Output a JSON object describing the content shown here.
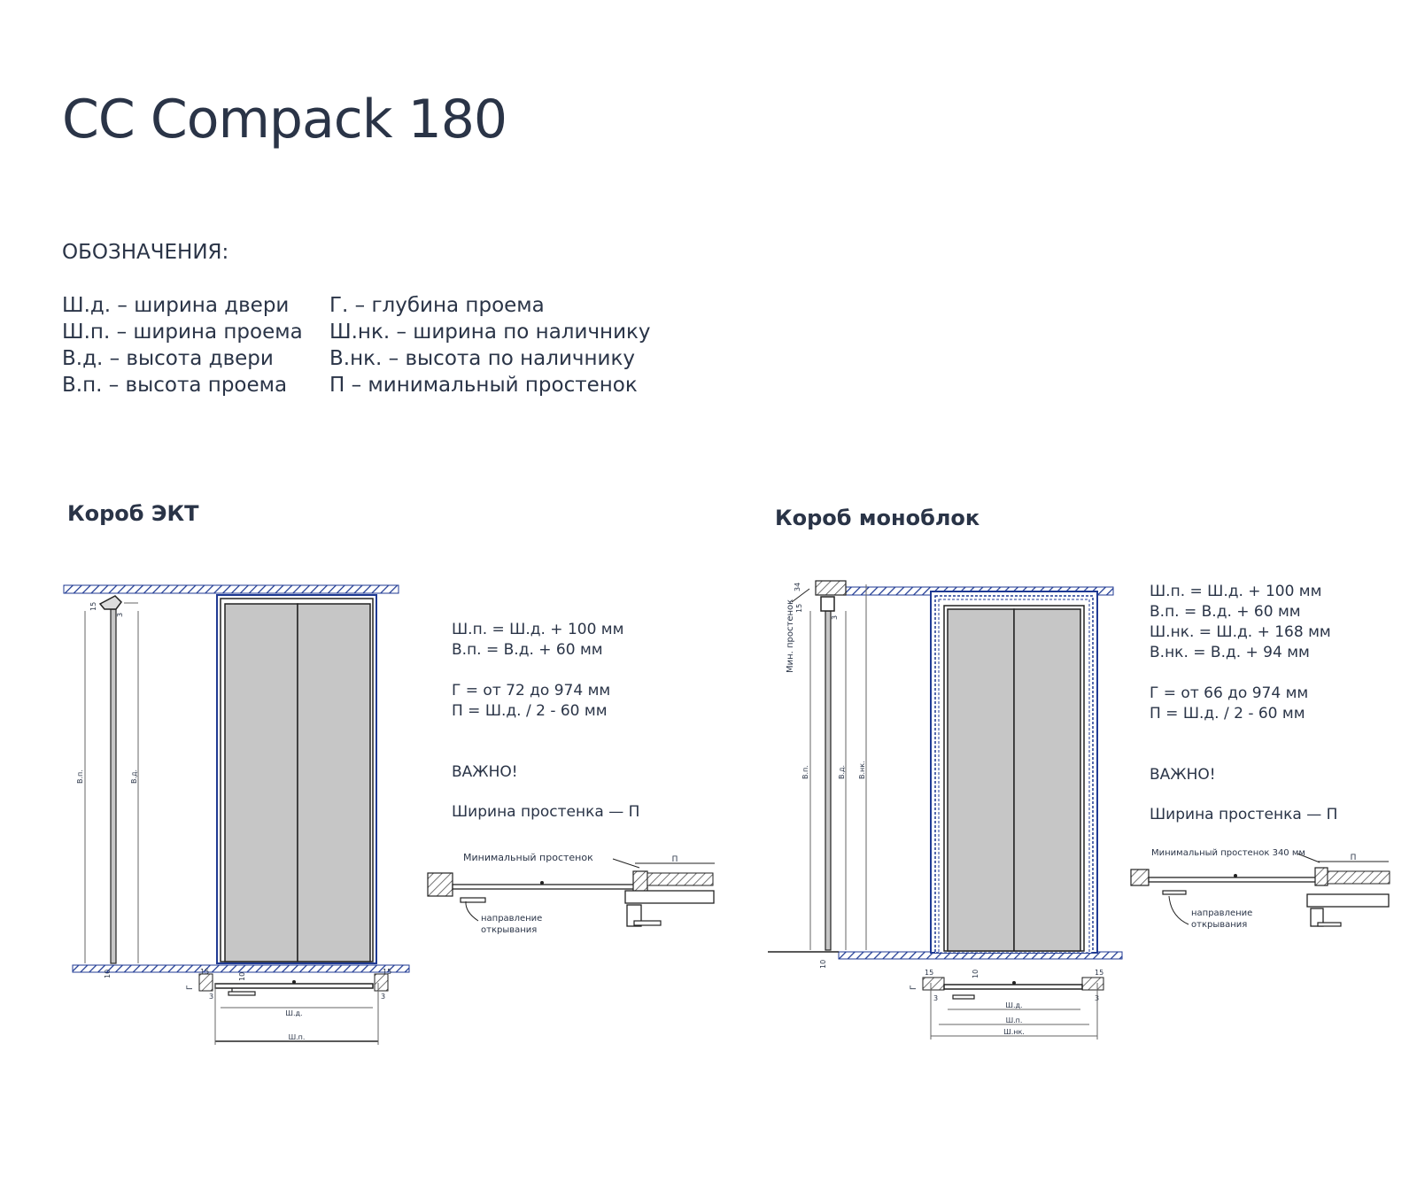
{
  "title": "CC Compack 180",
  "legend": {
    "heading": "ОБОЗНАЧЕНИЯ:",
    "col1": [
      "Ш.д. – ширина двери",
      "Ш.п. – ширина проема",
      "В.д. – высота двери",
      "В.п. – высота проема"
    ],
    "col2": [
      "Г. – глубина проема",
      "Ш.нк. – ширина по наличнику",
      "В.нк. – высота по наличнику",
      "П – минимальный простенок"
    ]
  },
  "ekt": {
    "title": "Короб ЭКТ",
    "formula1": "Ш.п. = Ш.д. + 100 мм",
    "formula2": "В.п. = В.д. + 60 мм",
    "formula3": "Г = от 72 до 974 мм",
    "formula4": "П = Ш.д. / 2 - 60 мм",
    "important": "ВАЖНО!",
    "wall_note": "Ширина простенка — П",
    "min_wall_label": "Минимальный простенок",
    "direction_label_1": "направление",
    "direction_label_2": "открывания",
    "dims": {
      "v_p": "В.п.",
      "v_d": "В.д.",
      "d15": "15",
      "d3": "3",
      "d10": "10",
      "g": "Г",
      "sh_d": "Ш.д.",
      "sh_p": "Ш.п.",
      "p": "П"
    }
  },
  "mono": {
    "title": "Короб моноблок",
    "formula1": "Ш.п. = Ш.д. + 100 мм",
    "formula2": "В.п. = В.д. + 60 мм",
    "formula3": "Ш.нк. = Ш.д. + 168 мм",
    "formula4": "В.нк. = В.д. + 94 мм",
    "formula5": "Г = от 66 до 974 мм",
    "formula6": "П = Ш.д. / 2 - 60 мм",
    "important": "ВАЖНО!",
    "wall_note": "Ширина простенка — П",
    "min_wall_label": "Минимальный простенок 340 мм",
    "min_wall_vertical": "Мин. простенок",
    "direction_label_1": "направление",
    "direction_label_2": "открывания",
    "dims": {
      "v_p": "В.п.",
      "v_d": "В.д.",
      "v_nk": "В.нк.",
      "d34": "34",
      "d15": "15",
      "d3": "3",
      "d10": "10",
      "g": "Г",
      "sh_d": "Ш.д.",
      "sh_p": "Ш.п.",
      "sh_nk": "Ш.нк.",
      "p": "П"
    }
  },
  "colors": {
    "text": "#2a3447",
    "hatch": "#1f3a93",
    "panel": "#c6c6c6",
    "line": "#222222",
    "dim": "#666666"
  }
}
